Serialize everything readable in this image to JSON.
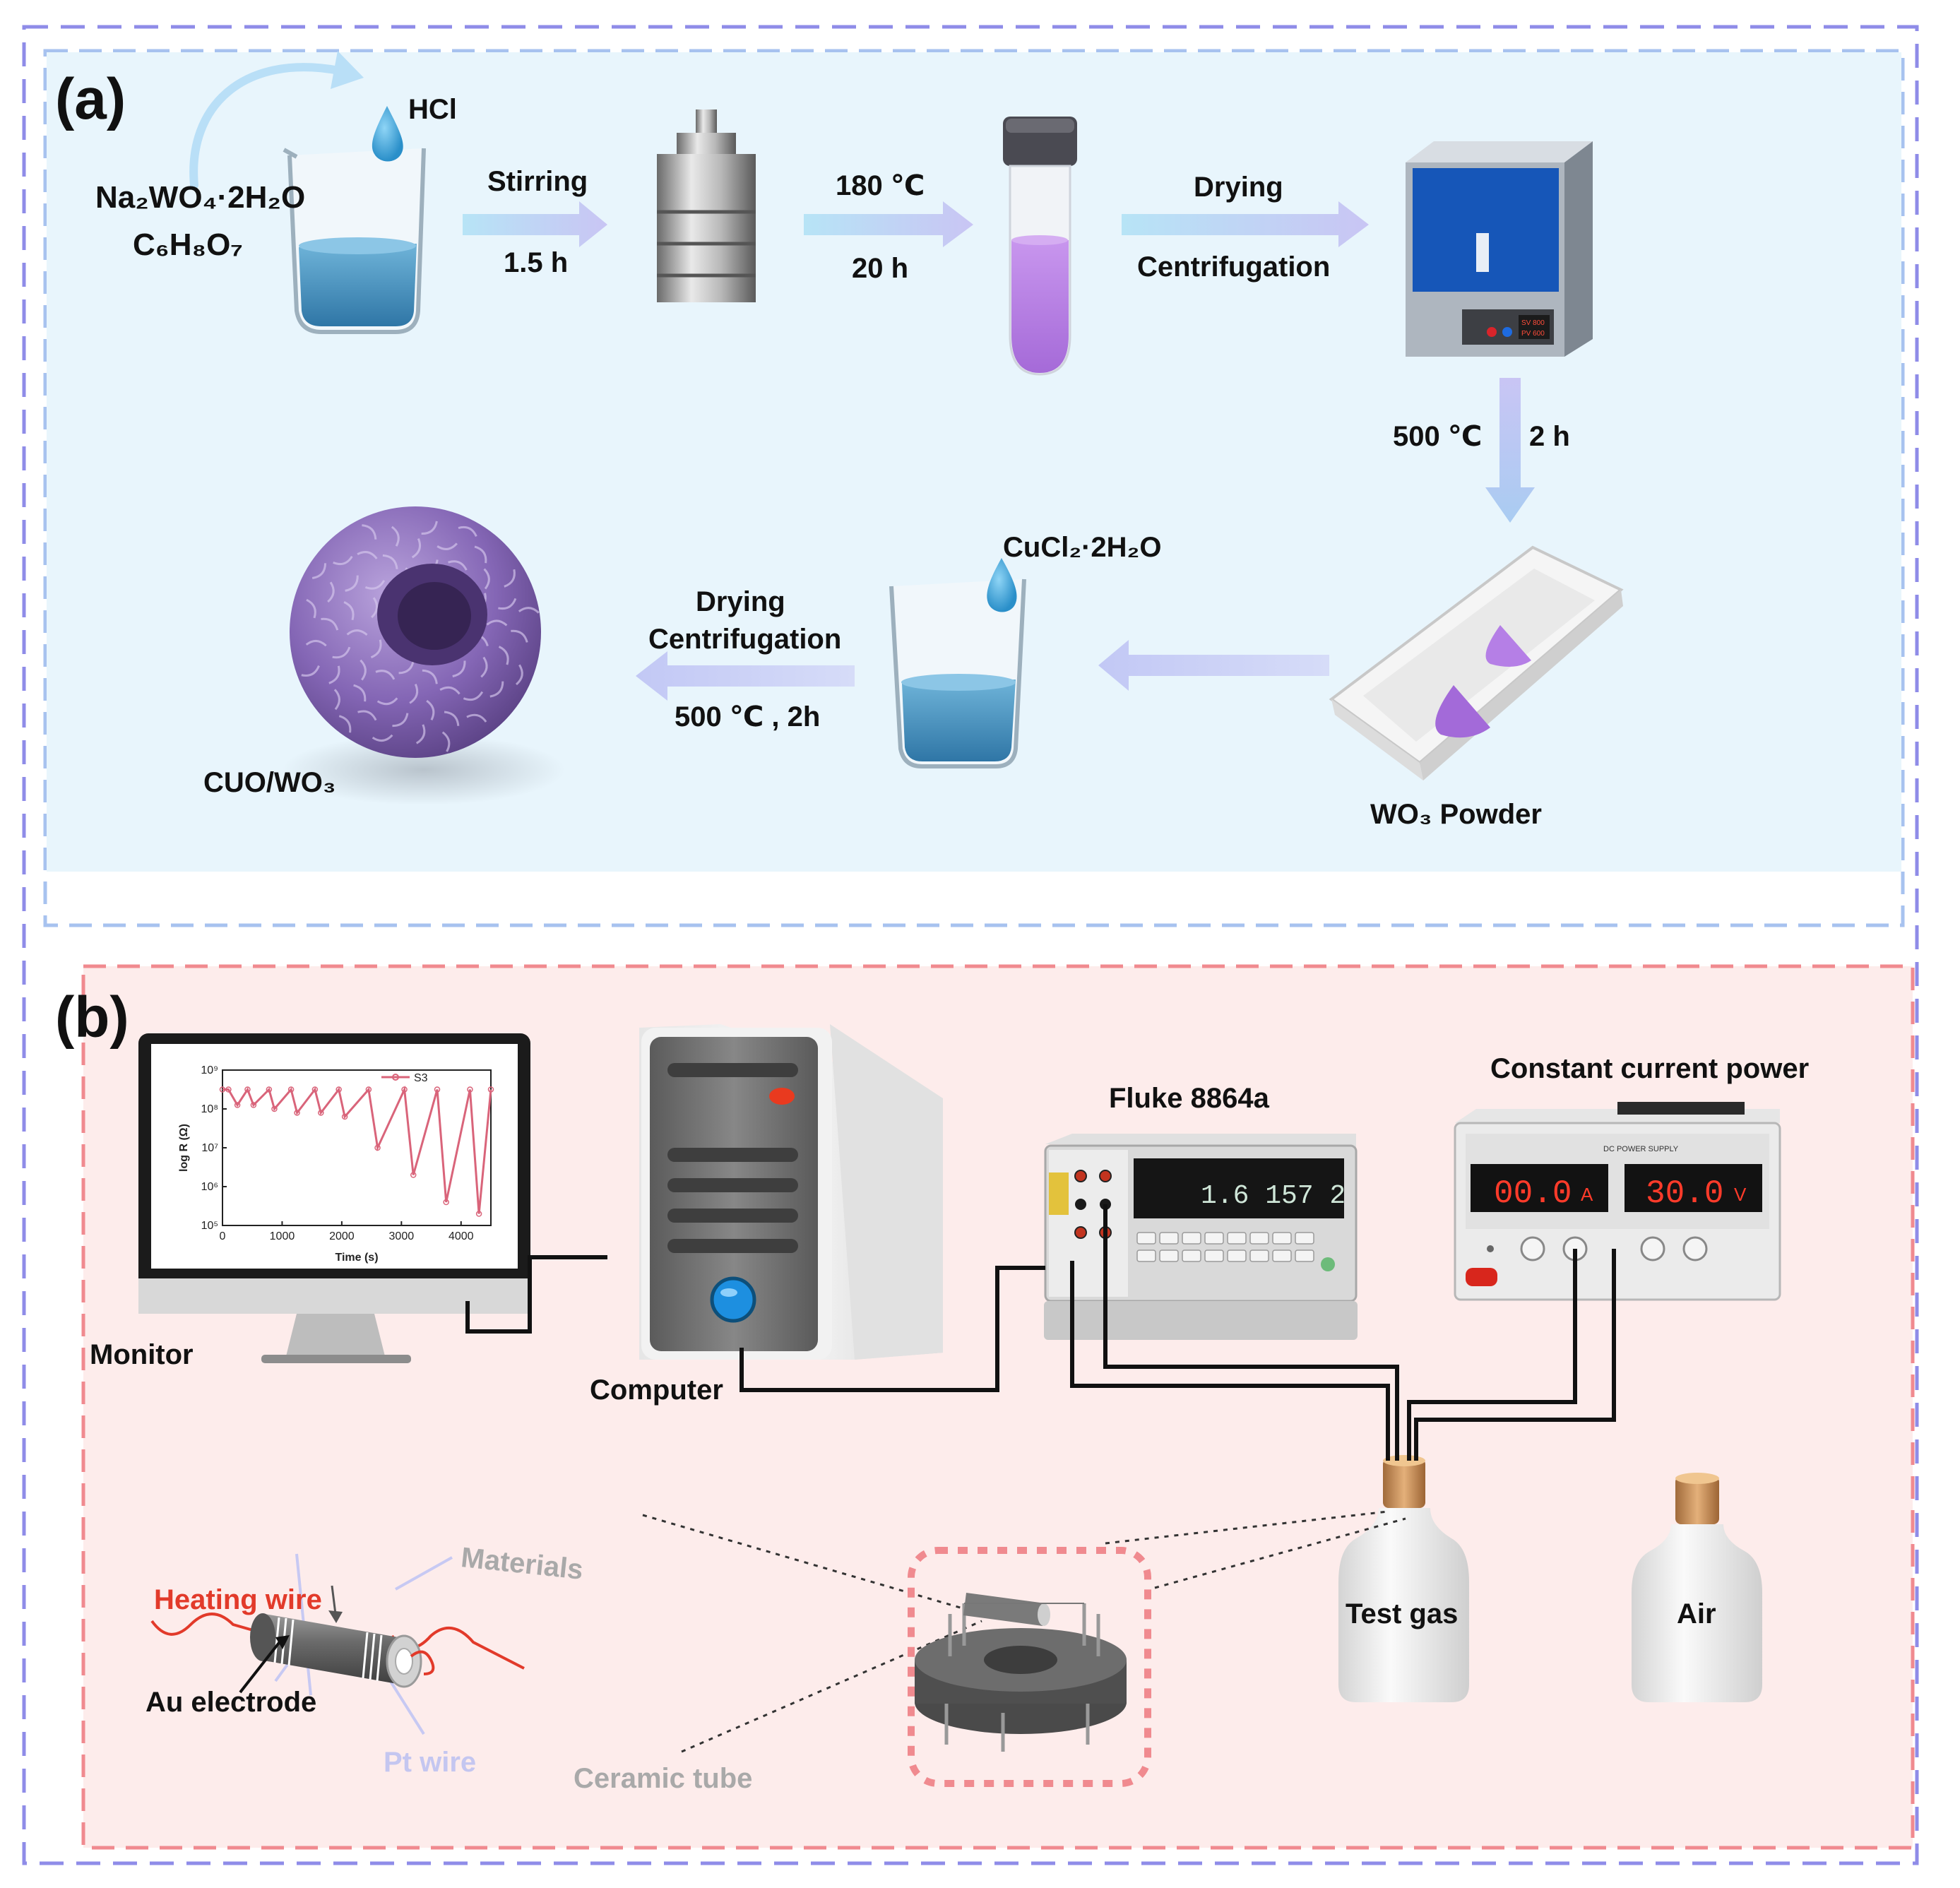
{
  "panels": {
    "a": {
      "letter": "(a)",
      "steps": {
        "precursor_1": "Na₂WO₄·2H₂O",
        "precursor_2": "C₆H₈O₇",
        "hcl": "HCl",
        "stirring": "Stirring",
        "stirring_time": "1.5 h",
        "hydro_temp": "180 ℃",
        "hydro_time": "20 h",
        "drying": "Drying",
        "centrifugation": "Centrifugation",
        "anneal_temp": "500 ℃",
        "anneal_time": "2 h",
        "wo3_powder": "WO₃ Powder",
        "cucl2": "CuCl₂·2H₂O",
        "drying_2": "Drying",
        "centrifugation_2": "Centrifugation",
        "anneal_2": "500 ℃ , 2h",
        "product": "CUO/WO₃"
      }
    },
    "b": {
      "letter": "(b)",
      "labels": {
        "monitor": "Monitor",
        "computer": "Computer",
        "fluke": "Fluke 8864a",
        "power": "Constant current power",
        "test_gas": "Test gas",
        "air": "Air",
        "heating_wire": "Heating wire",
        "au_electrode": "Au electrode",
        "materials": "Materials",
        "pt_wire": "Pt wire",
        "ceramic_tube": "Ceramic tube"
      },
      "multimeter_reading": "1.6 157 2",
      "power_readout": {
        "current": "00.0",
        "current_unit": "A",
        "voltage": "30.0",
        "voltage_unit": "V"
      },
      "power_brand": "DC POWER SUPPLY"
    }
  },
  "chart_data": {
    "type": "line",
    "title": "",
    "xlabel": "Time (s)",
    "ylabel": "log R (Ω)",
    "xlim": [
      0,
      4500
    ],
    "ylim_log10": [
      5,
      9
    ],
    "x_ticks": [
      0,
      1000,
      2000,
      3000,
      4000
    ],
    "y_ticks": [
      "10⁵",
      "10⁶",
      "10⁷",
      "10⁸",
      "10⁹"
    ],
    "series": [
      {
        "name": "S3",
        "color": "#d9647a",
        "x": [
          0,
          100,
          250,
          420,
          520,
          780,
          870,
          1150,
          1250,
          1550,
          1650,
          1950,
          2050,
          2450,
          2600,
          3050,
          3200,
          3600,
          3750,
          4150,
          4300,
          4500
        ],
        "log10y": [
          8.5,
          8.5,
          8.1,
          8.5,
          8.1,
          8.5,
          8.0,
          8.5,
          7.9,
          8.5,
          7.9,
          8.5,
          7.8,
          8.5,
          7.0,
          8.5,
          6.3,
          8.5,
          5.6,
          8.5,
          5.3,
          8.5
        ]
      }
    ]
  },
  "colors": {
    "outer_frame": "#8f8ce8",
    "panel_a_border": "#a7c2ef",
    "panel_a_bg": "#e8f5fc",
    "panel_b_border": "#f08a8f",
    "panel_b_bg": "#fdeceb",
    "arrow": "#c9cbf4",
    "liquid": "#3e88b6",
    "purple": "#b57fe6",
    "oven_blue": "#1656b8",
    "sphere": "#8b6fb8",
    "device_border": "#f08a8f"
  }
}
